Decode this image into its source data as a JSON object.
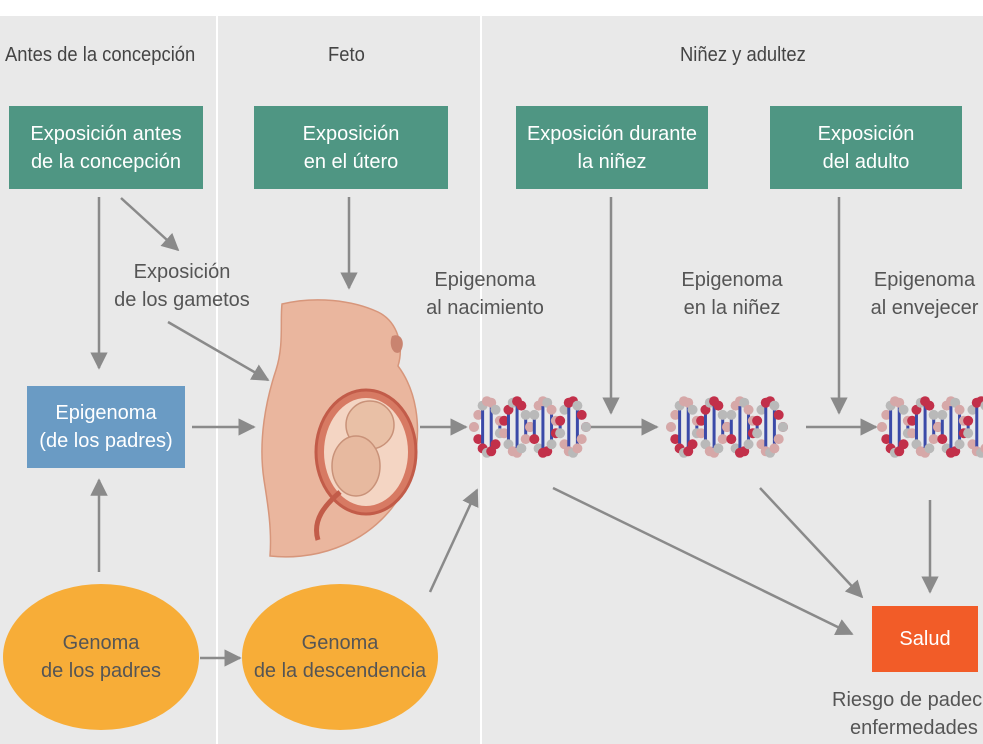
{
  "phases": {
    "preconception": "Antes de la concepción",
    "fetus": "Feto",
    "childhood_adulthood": "Niñez y adultez"
  },
  "exposures": {
    "preconception": [
      "Exposición antes",
      "de la concepción"
    ],
    "uterus": [
      "Exposición",
      "en el útero"
    ],
    "childhood": [
      "Exposición durante",
      "la niñez"
    ],
    "adult": [
      "Exposición",
      "del adulto"
    ]
  },
  "gametes": [
    "Exposición",
    "de los gametos"
  ],
  "parent_epigenome": [
    "Epigenoma",
    "(de los padres)"
  ],
  "epigenomes": {
    "birth": [
      "Epigenoma",
      "al nacimiento"
    ],
    "childhood": [
      "Epigenoma",
      "en la niñez"
    ],
    "aging": [
      "Epigenoma",
      "al envejecer"
    ]
  },
  "genomes": {
    "parents": [
      "Genoma",
      "de los padres"
    ],
    "offspring": [
      "Genoma",
      "de la descendencia"
    ]
  },
  "health": "Salud",
  "risk": [
    "Riesgo de padecer",
    "enfermedades"
  ],
  "colors": {
    "exposure_box": "#4f9683",
    "epigenome_box": "#6a9bc4",
    "genome_ellipse": "#f7ad38",
    "health_box": "#f25c28",
    "panel_bg": "#e9e9e9",
    "arrow": "#8a8a8a"
  }
}
